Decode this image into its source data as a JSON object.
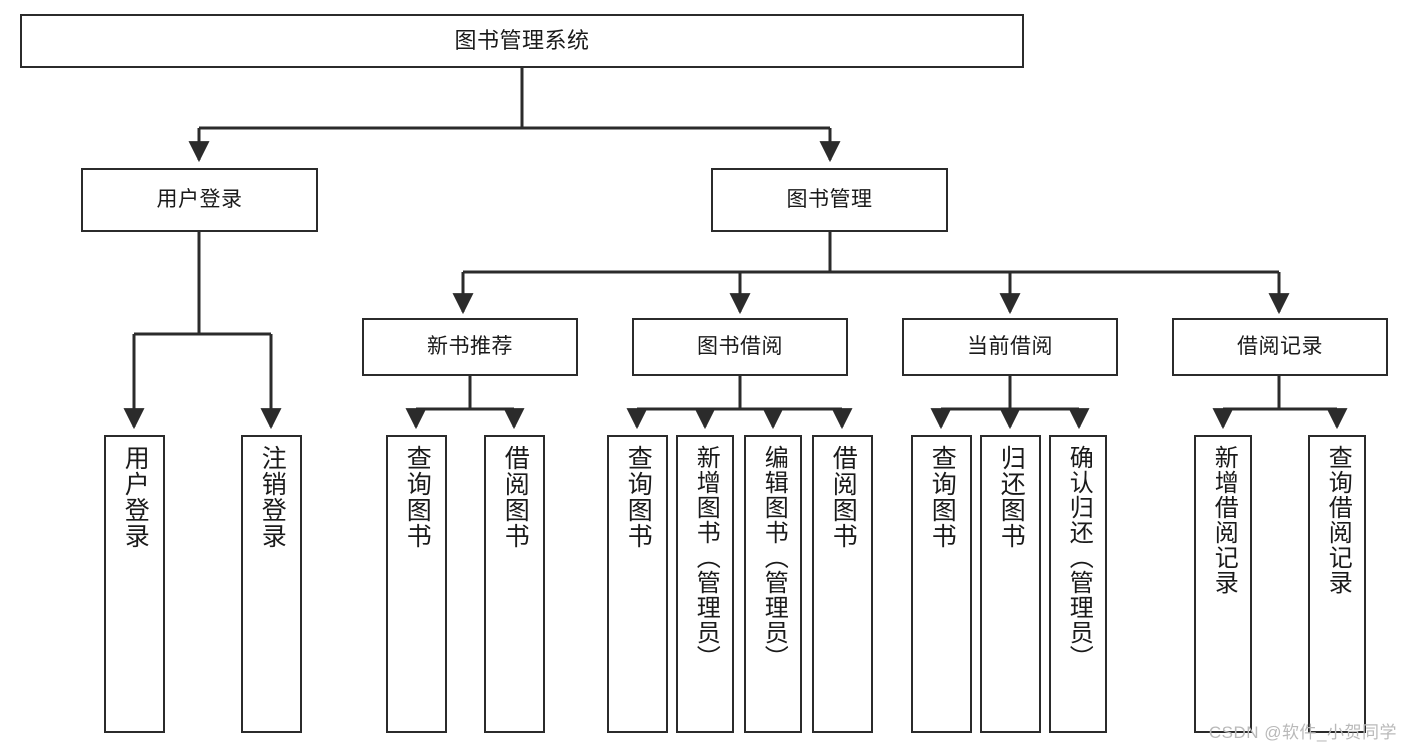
{
  "diagram": {
    "title": "图书管理系统",
    "type": "tree",
    "colors": {
      "stroke": "#2b2b2b",
      "fill": "#ffffff",
      "text": "#1a1a1a",
      "watermark": "#b9b9b9"
    },
    "watermark": "CSDN @软件_小贺同学",
    "nodes": {
      "root": {
        "label": "图书管理系统"
      },
      "level1": [
        {
          "id": "user-login",
          "label": "用户登录"
        },
        {
          "id": "book-management",
          "label": "图书管理"
        }
      ],
      "level2": [
        {
          "id": "new-book-recommend",
          "label": "新书推荐"
        },
        {
          "id": "book-borrow",
          "label": "图书借阅"
        },
        {
          "id": "current-borrow",
          "label": "当前借阅"
        },
        {
          "id": "borrow-record",
          "label": "借阅记录"
        }
      ],
      "leaves": {
        "user_login": [
          {
            "id": "leaf-user-login",
            "label": "用户登录"
          },
          {
            "id": "leaf-logout",
            "label": "注销登录"
          }
        ],
        "new_book_recommend": [
          {
            "id": "leaf-query-book-1",
            "label": "查询图书"
          },
          {
            "id": "leaf-borrow-book-1",
            "label": "借阅图书"
          }
        ],
        "book_borrow": [
          {
            "id": "leaf-query-book-2",
            "label": "查询图书"
          },
          {
            "id": "leaf-add-book",
            "label": "新增图书（管理员）"
          },
          {
            "id": "leaf-edit-book",
            "label": "编辑图书（管理员）"
          },
          {
            "id": "leaf-borrow-book-2",
            "label": "借阅图书"
          }
        ],
        "current_borrow": [
          {
            "id": "leaf-query-book-3",
            "label": "查询图书"
          },
          {
            "id": "leaf-return-book",
            "label": "归还图书"
          },
          {
            "id": "leaf-confirm-return",
            "label": "确认归还（管理员）"
          }
        ],
        "borrow_record": [
          {
            "id": "leaf-add-record",
            "label": "新增借阅记录"
          },
          {
            "id": "leaf-query-record",
            "label": "查询借阅记录"
          }
        ]
      }
    }
  }
}
